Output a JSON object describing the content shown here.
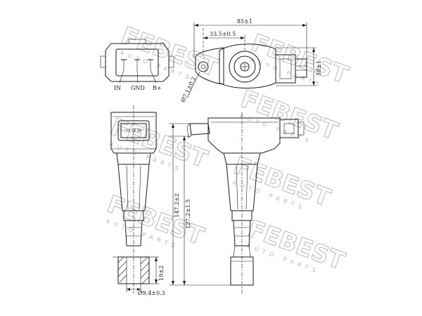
{
  "watermark": {
    "brand": "FEBEST",
    "tagline": "AUTO PARTS"
  },
  "connector_pins": {
    "pin_1": "IN",
    "pin_2": "GND",
    "pin_3": "B+"
  },
  "dimensions": {
    "overall_width": "85±1",
    "bolt_offset": "33.5±0.5",
    "side_height": "38±1",
    "bolt_hole_dia": "Ø7.1±0.2",
    "overall_length": "147.2±2",
    "body_length": "127.2±1.5",
    "tip_length": "19±2",
    "tip_dia": "Ø9.4±0.3"
  }
}
